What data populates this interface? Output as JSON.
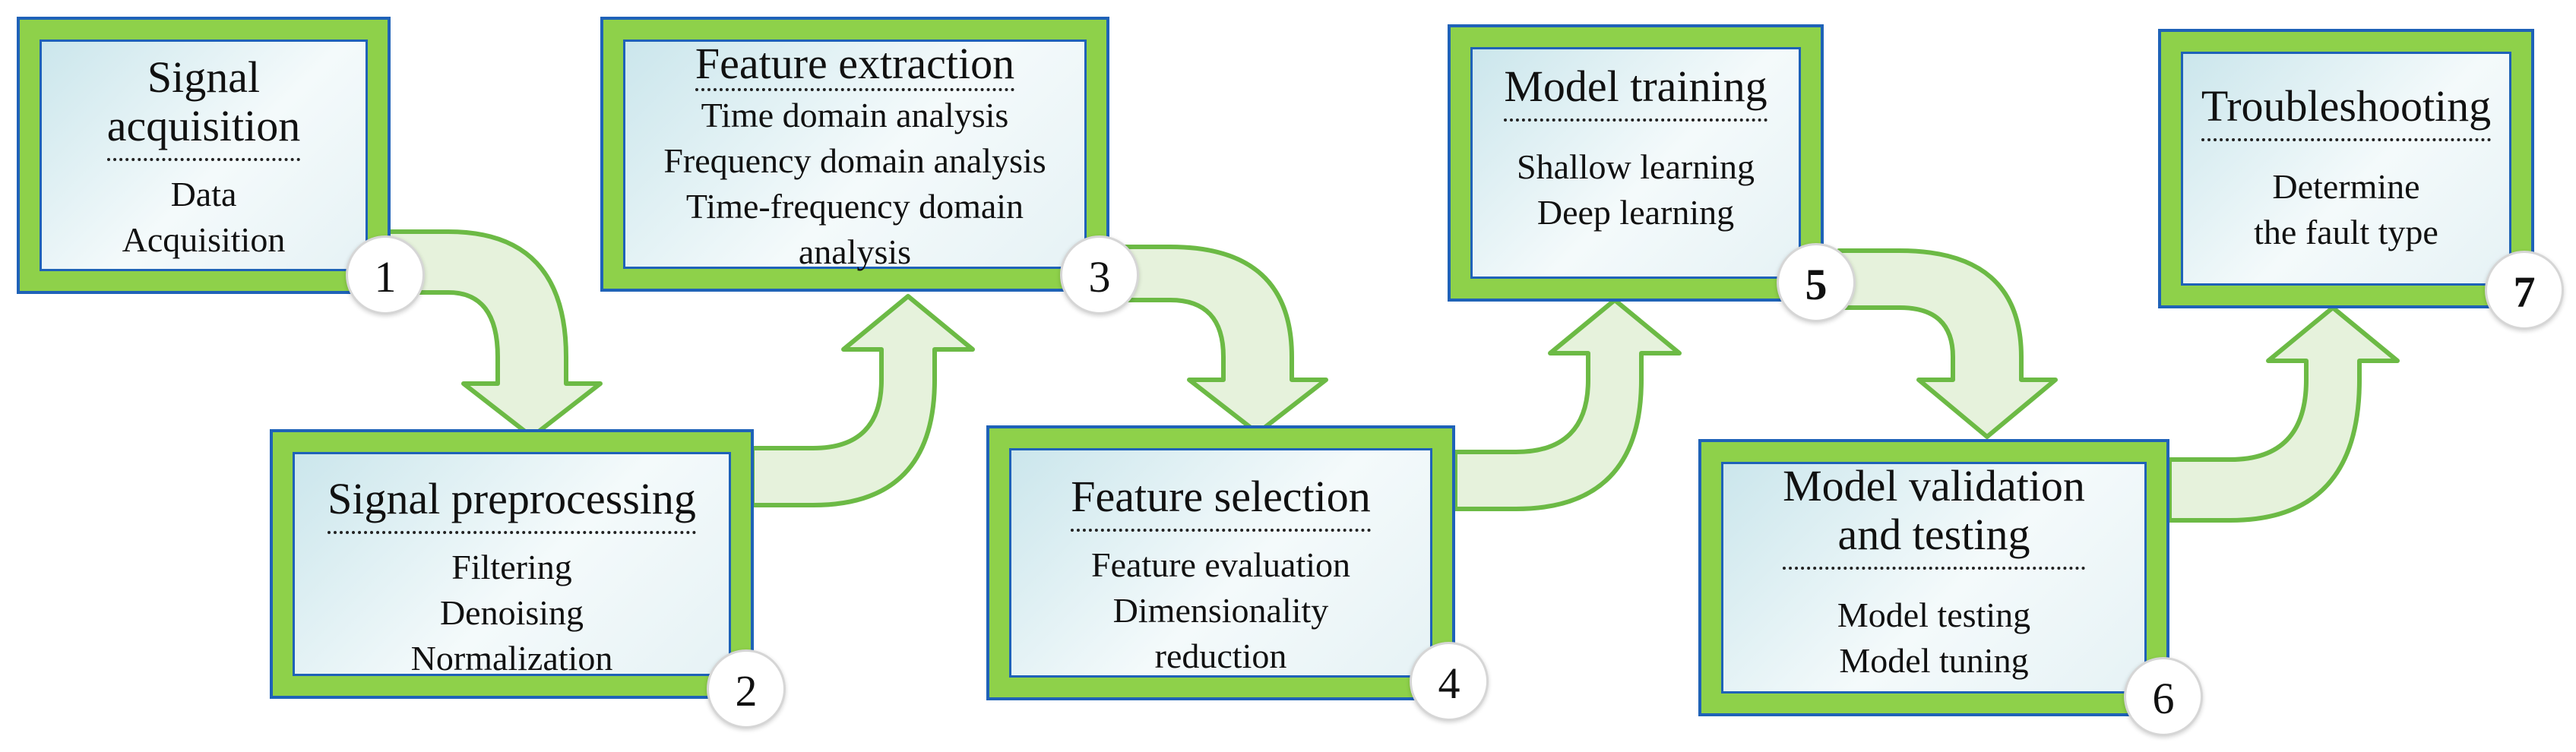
{
  "steps": [
    {
      "number": "1",
      "title": [
        "Signal",
        "acquisition"
      ],
      "items": [
        "Data",
        "Acquisition"
      ]
    },
    {
      "number": "2",
      "title": [
        "Signal preprocessing"
      ],
      "items": [
        "Filtering",
        "Denoising",
        "Normalization"
      ]
    },
    {
      "number": "3",
      "title": [
        "Feature extraction"
      ],
      "items": [
        "Time domain analysis",
        "Frequency domain analysis",
        "Time-frequency domain",
        "analysis"
      ]
    },
    {
      "number": "4",
      "title": [
        "Feature selection"
      ],
      "items": [
        "Feature evaluation",
        "Dimensionality",
        "reduction"
      ]
    },
    {
      "number": "5",
      "title": [
        "Model training"
      ],
      "items": [
        "Shallow learning",
        "Deep learning"
      ]
    },
    {
      "number": "6",
      "title": [
        "Model validation",
        "and testing"
      ],
      "items": [
        "Model testing",
        "Model tuning"
      ]
    },
    {
      "number": "7",
      "title": [
        "Troubleshooting"
      ],
      "items": [
        "Determine",
        "the fault type"
      ]
    }
  ],
  "colors": {
    "frame_green": "#8ed14a",
    "border_blue": "#1f62b8",
    "arrow_fill": "#e6f2dc",
    "arrow_stroke": "#6cba45"
  }
}
